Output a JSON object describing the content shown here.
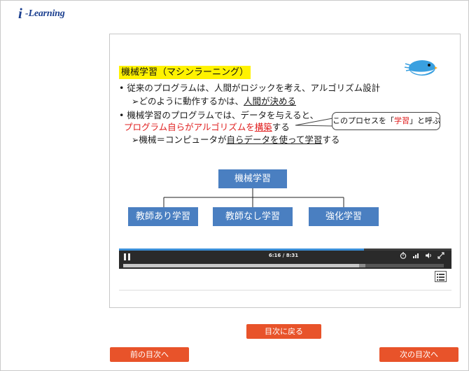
{
  "brand": {
    "logo_i": "i",
    "logo_text": "-Learning"
  },
  "slide": {
    "title": "機械学習（マシンラーニング）",
    "bullet1": "• 従来のプログラムは、人間がロジックを考え、アルゴリズム設計",
    "bullet1_sub_prefix": "➢どのように動作するかは、",
    "bullet1_sub_underline": "人間が決める",
    "bullet2": "• 機械学習のプログラムでは、データを与えると、",
    "bullet2_red_a": "プログラム自らがアルゴリズムを",
    "bullet2_red_b": "構築",
    "bullet2_end": "する",
    "bullet2_sub_prefix": "➢機械＝コンピュータが",
    "bullet2_sub_u1": "自らデータを使って",
    "bullet2_sub_u2": "学習",
    "bullet2_sub_end": "する",
    "callout_prefix": "このプロセスを「",
    "callout_red": "学習",
    "callout_suffix": "」と呼ぶ",
    "diagram": {
      "root": "機械学習",
      "children": [
        "教師あり学習",
        "教師なし学習",
        "強化学習"
      ]
    }
  },
  "player": {
    "time": "6:16 / 8:31",
    "progress": 0.736,
    "buffered": 0.755,
    "icons": [
      "pause-icon",
      "timer-icon",
      "quality-icon",
      "volume-icon",
      "fullscreen-icon",
      "table-of-contents-icon"
    ]
  },
  "nav": {
    "back_to_toc": "目次に戻る",
    "prev_toc": "前の目次へ",
    "next_toc": "次の目次へ"
  },
  "colors": {
    "accent": "#e8532a",
    "diagram_box": "#4a7fc1",
    "highlight": "#fff200",
    "emphasis": "#e02020",
    "brand": "#1b3f8f"
  }
}
